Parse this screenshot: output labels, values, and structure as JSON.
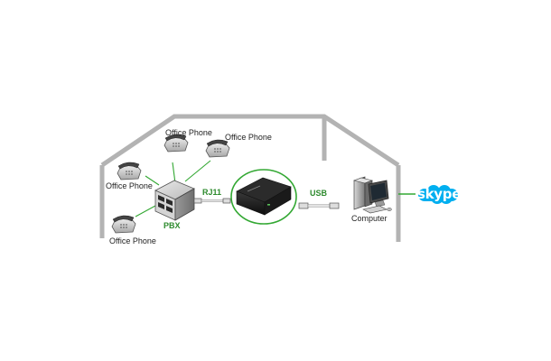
{
  "labels": {
    "phone_top_left": "Office Phone",
    "phone_top_right": "Office Phone",
    "phone_left": "Office Phone",
    "phone_bottom": "Office Phone",
    "pbx": "PBX",
    "rj11": "RJ11",
    "usb": "USB",
    "computer": "Computer",
    "skype": "skype"
  },
  "colors": {
    "house_outline": "#b3b3b3",
    "connector_line": "#33a833",
    "label_accent": "#2e8b2e",
    "skype_blue": "#00aff0",
    "device_dark": "#1a1a1a"
  },
  "icons": [
    "phone-icon",
    "pbx-icon",
    "gateway-device-icon",
    "computer-icon",
    "cable-icon",
    "skype-logo"
  ]
}
